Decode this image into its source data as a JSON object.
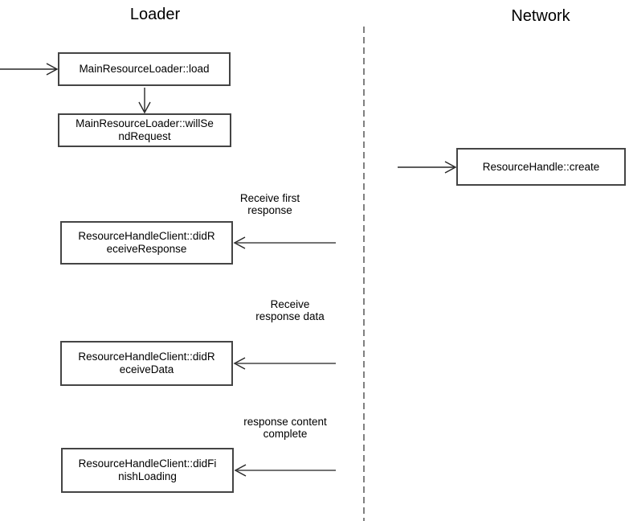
{
  "diagram": {
    "lanes": {
      "left_title": "Loader",
      "right_title": "Network"
    },
    "colors": {
      "page_bg": "#ffffff",
      "text": "#000000",
      "box_border": "#444444",
      "box_fill": "#ffffff",
      "arrow_dark": "#262626",
      "arrow_gray": "#737373",
      "divider": "#808080"
    },
    "nodes": [
      {
        "id": "main-resource-loader-load",
        "lines": [
          "MainResourceLoader::load"
        ]
      },
      {
        "id": "main-resource-loader-will-send-request",
        "lines": [
          "MainResourceLoader::willSe",
          "ndRequest"
        ]
      },
      {
        "id": "resource-handle-client-did-receive-response",
        "lines": [
          "ResourceHandleClient::didR",
          "eceiveResponse"
        ]
      },
      {
        "id": "resource-handle-client-did-receive-data",
        "lines": [
          "ResourceHandleClient::didR",
          "eceiveData"
        ]
      },
      {
        "id": "resource-handle-client-did-finish-loading",
        "lines": [
          "ResourceHandleClient::didFi",
          "nishLoading"
        ]
      },
      {
        "id": "resource-handle-create",
        "lines": [
          "ResourceHandle::create"
        ]
      }
    ],
    "messages": [
      {
        "id": "receive-first-response",
        "lines": [
          "Receive first",
          "response"
        ]
      },
      {
        "id": "receive-response-data",
        "lines": [
          "Receive",
          "response data"
        ]
      },
      {
        "id": "response-content-complete",
        "lines": [
          "response content",
          "complete"
        ]
      }
    ]
  }
}
